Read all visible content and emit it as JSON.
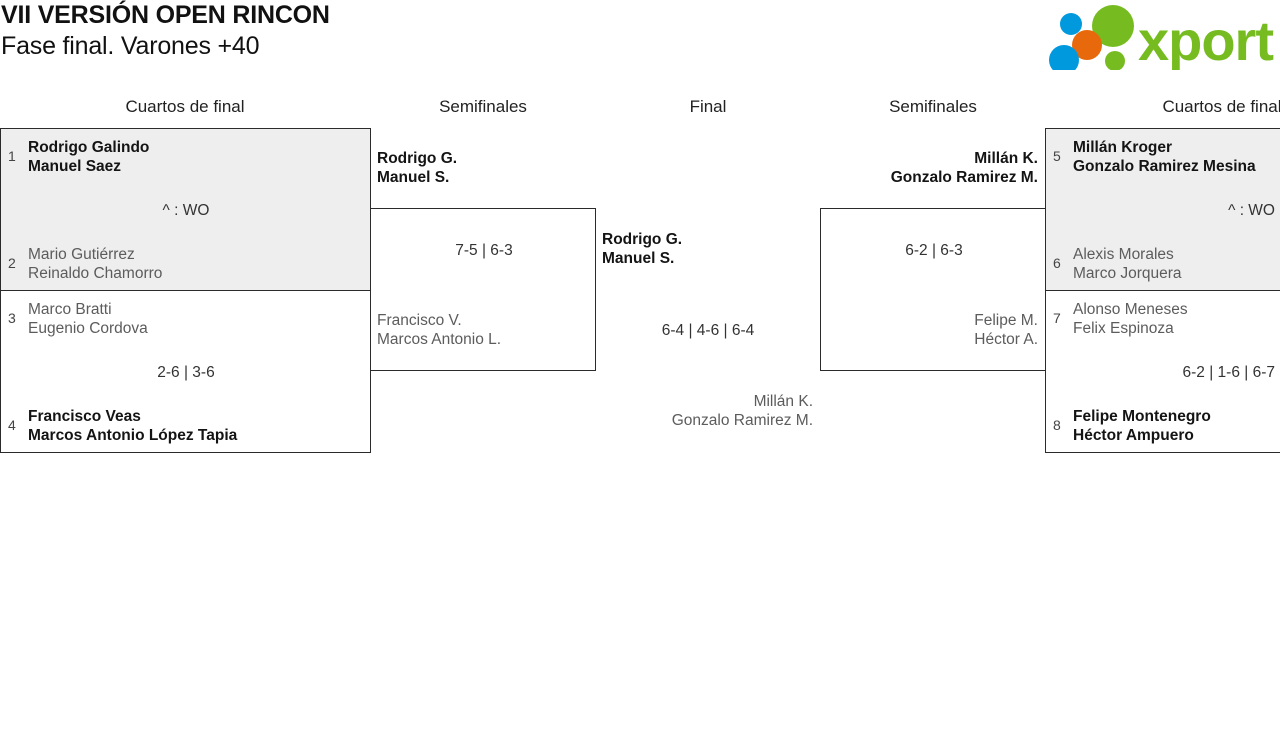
{
  "header": {
    "tournament": "VII VERSIÓN OPEN RINCON",
    "phase": "Fase final. Varones +40",
    "logo_text": "xporty",
    "logo_colors": {
      "green": "#76bc21",
      "blue": "#0099dd",
      "orange": "#e8690b"
    }
  },
  "columns": [
    {
      "label": "Cuartos de final"
    },
    {
      "label": "Semifinales"
    },
    {
      "label": "Final"
    },
    {
      "label": "Semifinales"
    },
    {
      "label": "Cuartos de final"
    }
  ],
  "bracket": {
    "left_quarterfinals": [
      {
        "shaded": true,
        "score": "^ : WO",
        "top": {
          "seed": "1",
          "p1": "Rodrigo Galindo",
          "p2": "Manuel Saez",
          "winner": true
        },
        "bottom": {
          "seed": "2",
          "p1": "Mario Gutiérrez",
          "p2": "Reinaldo Chamorro",
          "winner": false
        }
      },
      {
        "shaded": false,
        "score": "2-6 | 3-6",
        "top": {
          "seed": "3",
          "p1": "Marco Bratti",
          "p2": "Eugenio Cordova",
          "winner": false
        },
        "bottom": {
          "seed": "4",
          "p1": "Francisco Veas",
          "p2": "Marcos Antonio López Tapia",
          "winner": true
        }
      }
    ],
    "left_semifinal": {
      "score": "7-5 | 6-3",
      "top": {
        "p1": "Rodrigo G.",
        "p2": "Manuel S.",
        "winner": true
      },
      "bottom": {
        "p1": "Francisco V.",
        "p2": "Marcos Antonio L.",
        "winner": false
      }
    },
    "final": {
      "score": "6-4 | 4-6 | 6-4",
      "top": {
        "p1": "Rodrigo G.",
        "p2": "Manuel S.",
        "winner": true
      },
      "bottom": {
        "p1": "Millán K.",
        "p2": "Gonzalo Ramirez M.",
        "winner": false
      }
    },
    "right_semifinal": {
      "score": "6-2 | 6-3",
      "top": {
        "p1": "Millán K.",
        "p2": "Gonzalo Ramirez M.",
        "winner": true
      },
      "bottom": {
        "p1": "Felipe M.",
        "p2": "Héctor A.",
        "winner": false
      }
    },
    "right_quarterfinals": [
      {
        "shaded": true,
        "score": "^ : WO",
        "top": {
          "seed": "5",
          "p1": "Millán Kroger",
          "p2": "Gonzalo Ramirez Mesina",
          "winner": true
        },
        "bottom": {
          "seed": "6",
          "p1": "Alexis Morales",
          "p2": "Marco Jorquera",
          "winner": false
        }
      },
      {
        "shaded": false,
        "score": "6-2 | 1-6 | 6-7",
        "top": {
          "seed": "7",
          "p1": "Alonso Meneses",
          "p2": "Felix Espinoza",
          "winner": false
        },
        "bottom": {
          "seed": "8",
          "p1": "Felipe Montenegro",
          "p2": "Héctor Ampuero",
          "winner": true
        }
      }
    ]
  }
}
